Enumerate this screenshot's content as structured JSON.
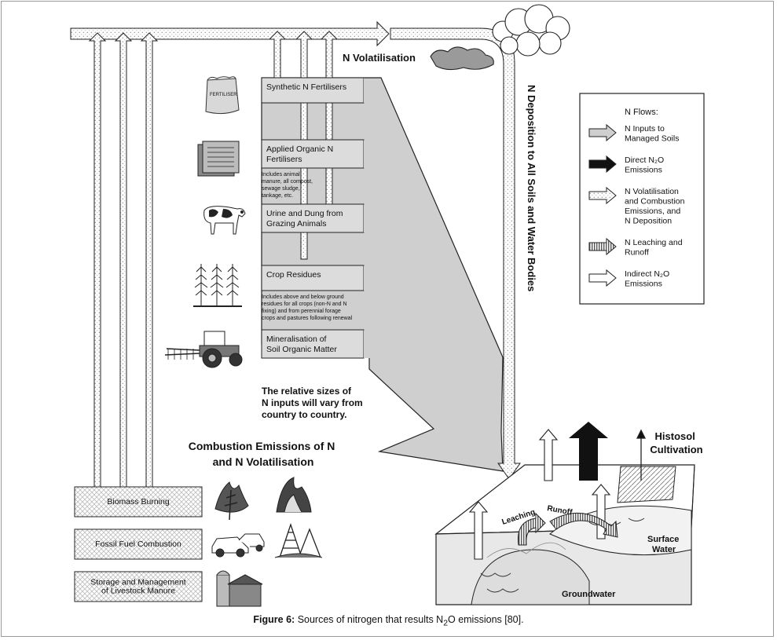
{
  "header": {
    "n_volatilisation": "N Volatilisation",
    "n_deposition": "N Deposition to All Soils and Water Bodies"
  },
  "inputs": [
    {
      "label_lines": [
        "Synthetic N Fertilisers"
      ],
      "note_lines": [],
      "icon": "fertiliser-bag-icon"
    },
    {
      "label_lines": [
        "Applied Organic N",
        "Fertilisers"
      ],
      "note_lines": [
        "Includes animal",
        "manure, all compost,",
        "sewage sludge,",
        "tankage, etc."
      ],
      "icon": "compost-bin-icon"
    },
    {
      "label_lines": [
        "Urine and Dung from",
        "Grazing Animals"
      ],
      "note_lines": [],
      "icon": "cow-icon"
    },
    {
      "label_lines": [
        "Crop Residues"
      ],
      "note_lines": [
        "Includes above and below ground",
        "residues for all crops (non-N and N",
        "fixing) and from perennial forage",
        "crops and pastures following renewal"
      ],
      "icon": "crop-plants-icon"
    },
    {
      "label_lines": [
        "Mineralisation of",
        "Soil Organic Matter"
      ],
      "note_lines": [],
      "icon": "tractor-icon"
    }
  ],
  "fertiliser_bag_text": "FERTILISER",
  "inputs_note_lines": [
    "The relative sizes of",
    "N inputs will vary from",
    "country to country."
  ],
  "combustion": {
    "title_lines": [
      "Combustion Emissions of N",
      "and N Volatilisation"
    ],
    "sources": [
      {
        "label_lines": [
          "Biomass Burning"
        ]
      },
      {
        "label_lines": [
          "Fossil Fuel Combustion"
        ]
      },
      {
        "label_lines": [
          "Storage and Management",
          "of Livestock Manure"
        ]
      }
    ]
  },
  "legend": {
    "title": "N Flows:",
    "items": [
      {
        "style": "gray",
        "label_lines": [
          "N Inputs to",
          "Managed Soils"
        ]
      },
      {
        "style": "black",
        "label_lines": [
          "Direct N₂O",
          "Emissions"
        ]
      },
      {
        "style": "dotted",
        "label_lines": [
          "N Volatilisation",
          "and Combustion",
          "Emissions, and",
          "N Deposition"
        ]
      },
      {
        "style": "hatched",
        "label_lines": [
          "N Leaching and",
          "Runoff"
        ]
      },
      {
        "style": "white",
        "label_lines": [
          "Indirect N₂O",
          "Emissions"
        ]
      }
    ]
  },
  "soil_block": {
    "histosol_lines": [
      "Histosol",
      "Cultivation"
    ],
    "leaching": "Leaching",
    "runoff": "Runoff",
    "surface_water_lines": [
      "Surface",
      "Water"
    ],
    "groundwater": "Groundwater"
  },
  "caption": {
    "label": "Figure 6:",
    "text_before": " Sources of nitrogen that results N",
    "subscript": "2",
    "text_after": "O emissions [80]."
  },
  "colors": {
    "arrow_gray": "#cfcfcf",
    "box_gray": "#dcdcdc",
    "stroke": "#222222",
    "water": "#e6e6e6"
  }
}
